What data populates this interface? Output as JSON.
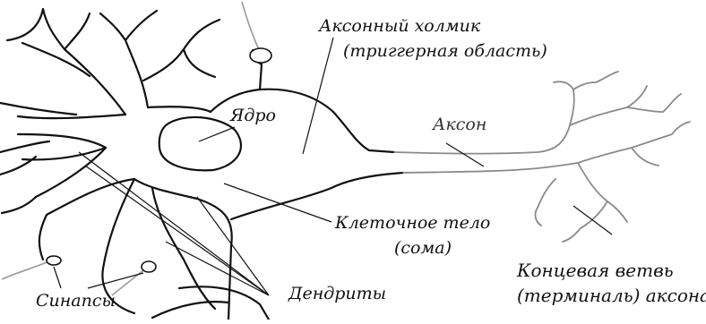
{
  "labels": {
    "hillock_line1": "Аксонный холмик",
    "hillock_line2": "(триггерная область)",
    "nucleus": "Ядро",
    "axon": "Аксон",
    "soma_line1": "Клеточное тело",
    "soma_line2": "(сома)",
    "terminal_line1": "Концевая ветвь",
    "terminal_line2": "(терминаль) аксона",
    "synapses": "Синапсы",
    "dendrites": "Дендриты"
  },
  "colors": {
    "neuron_outline": "#111111",
    "axon_outline": "#8a8a8a",
    "synapse_fiber": "#9a9a9a",
    "background": "#ffffff"
  }
}
